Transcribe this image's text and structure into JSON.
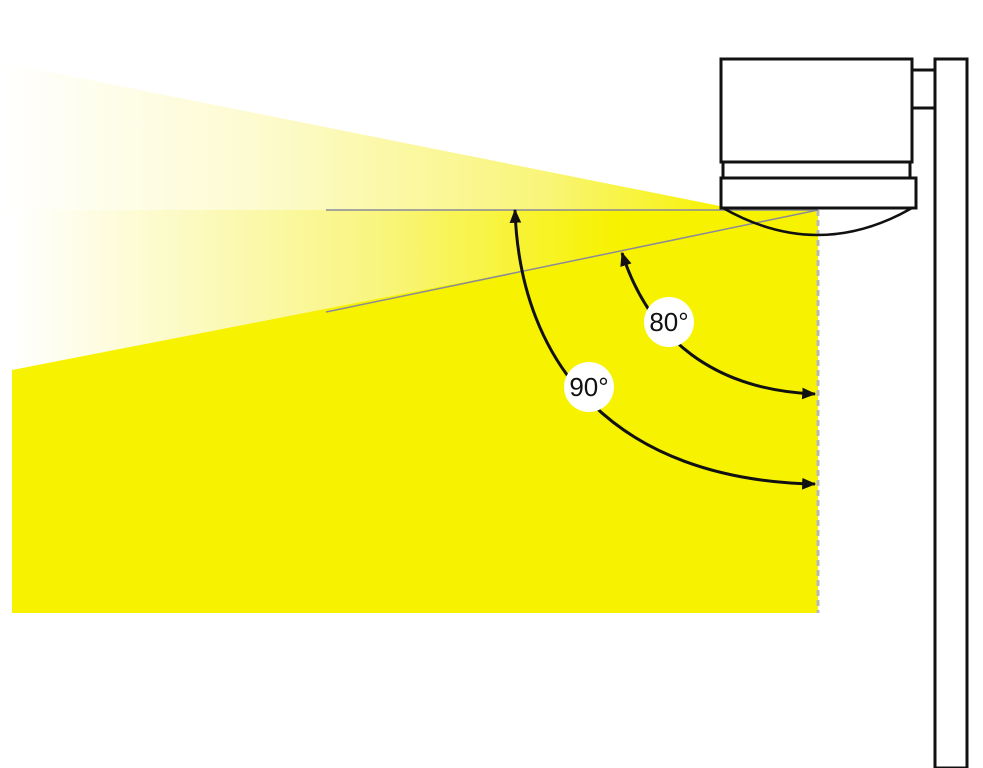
{
  "diagram": {
    "labels": {
      "angle_80": "80°",
      "angle_90": "90°"
    },
    "colors": {
      "light_yellow": "#F7F200",
      "light_beam_fade": "#FFFFFF",
      "outline": "#111111",
      "thin_line": "#8A8A9A",
      "edge_dashes": "#B8B8B8",
      "background": "#FFFFFF"
    },
    "angles_deg": [
      80,
      90
    ]
  }
}
